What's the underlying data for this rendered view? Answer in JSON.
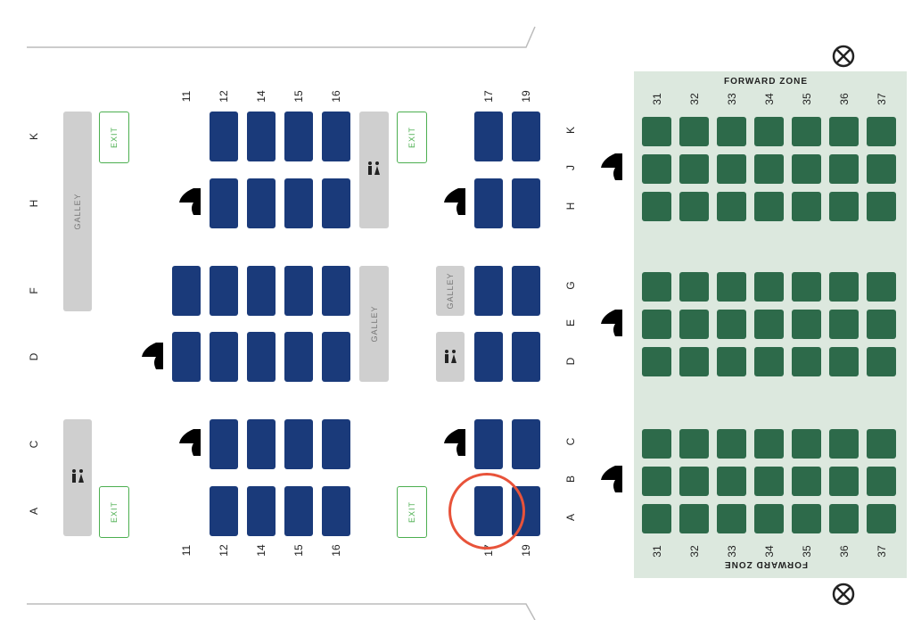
{
  "colors": {
    "business_seat": "#1a3a7a",
    "zone_seat": "#2d6a4a",
    "zone_bg": "#dce8de",
    "exit_border": "#4caf50",
    "facility": "#cfcfcf",
    "highlight": "#e8533a"
  },
  "columns_left": [
    "11",
    "12",
    "14",
    "15",
    "16"
  ],
  "columns_mid": [
    "17",
    "19"
  ],
  "columns_zone": [
    "31",
    "32",
    "33",
    "34",
    "35",
    "36",
    "37"
  ],
  "rows_left": [
    "K",
    "H",
    "F",
    "D",
    "C",
    "A"
  ],
  "rows_mid": [
    "K",
    "J",
    "H",
    "G",
    "E",
    "D",
    "C",
    "B",
    "A"
  ],
  "facilities": {
    "galley": "GALLEY",
    "exit": "EXIT"
  },
  "zone": {
    "title": "FORWARD ZONE",
    "bottom_title": "FORWARD ZONE"
  },
  "icons": [
    "lavatory-icon",
    "bassinet-icon",
    "bulkhead-icon"
  ],
  "selected_seat": "17A"
}
